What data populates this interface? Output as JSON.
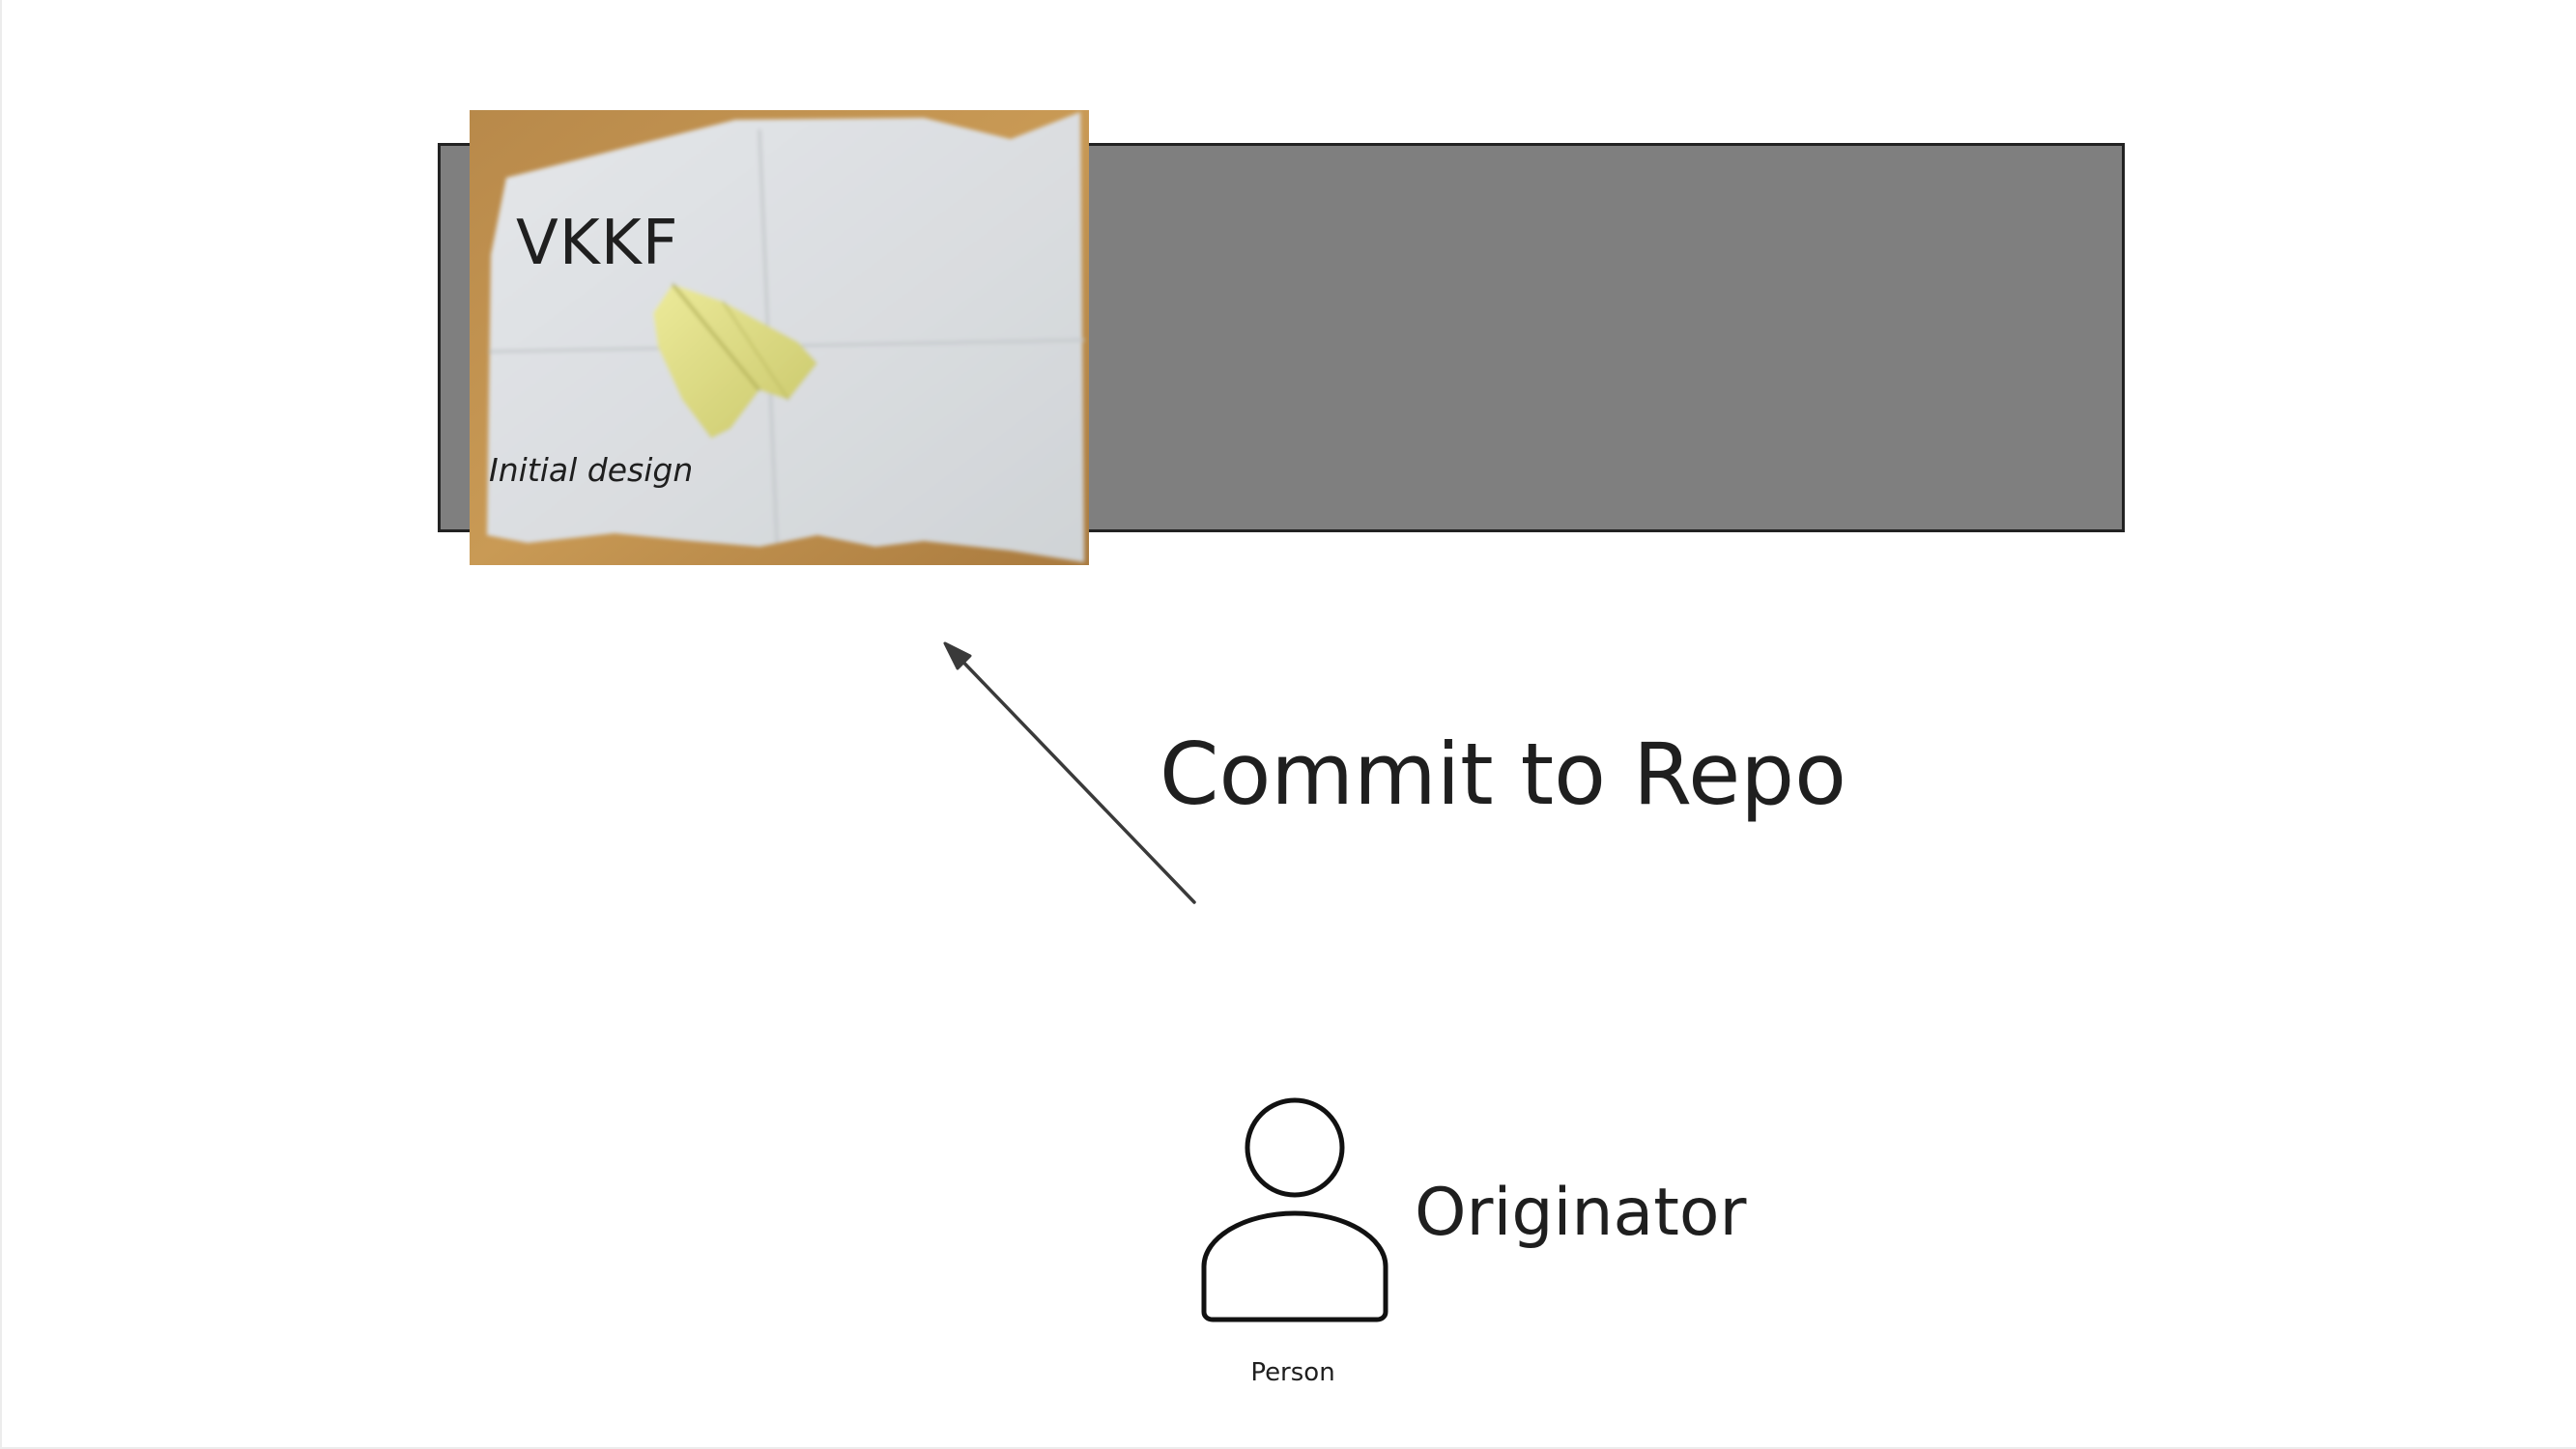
{
  "diagram": {
    "repository": {
      "fill_color": "#7f7f7f",
      "border_color": "#222222"
    },
    "commit_card": {
      "title": "VKKF",
      "caption": "Initial design",
      "image": "folded-paper-airplane-photo"
    },
    "arrow": {
      "label": "Commit to Repo",
      "color": "#3a3a3a",
      "direction": "from-person-to-repository"
    },
    "actor": {
      "name": "Originator",
      "type": "Person",
      "icon": "person-icon"
    }
  }
}
